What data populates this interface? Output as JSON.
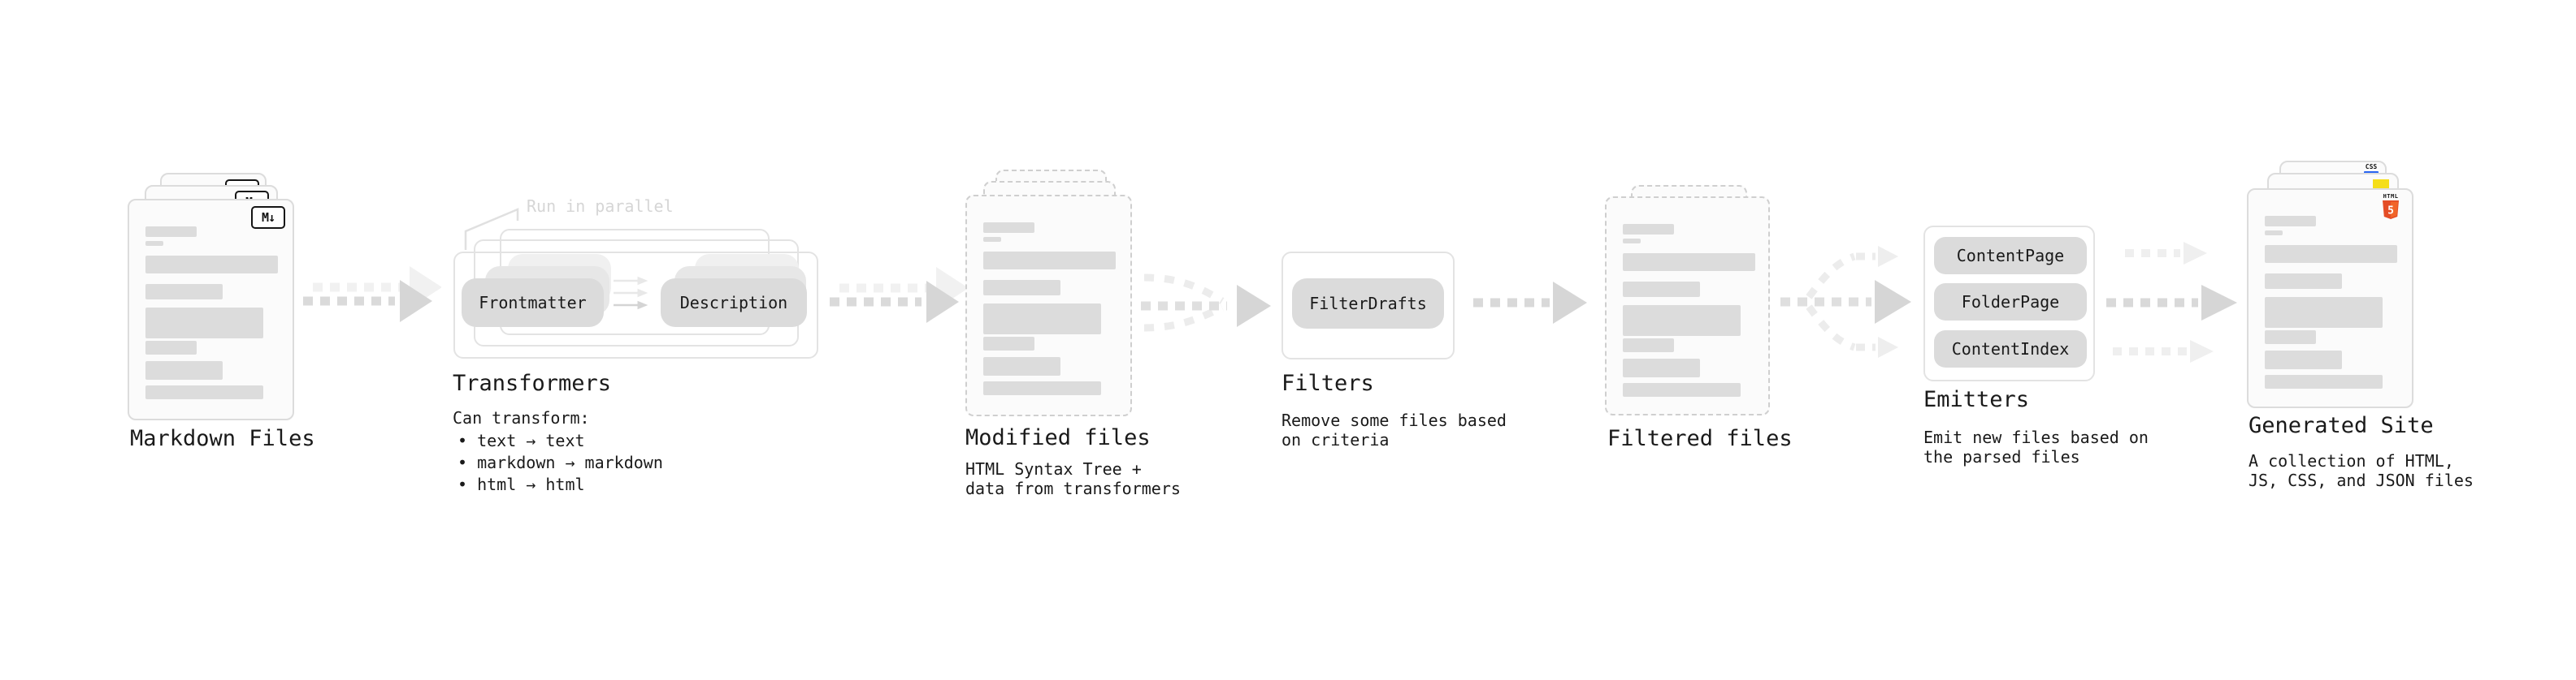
{
  "diagram": {
    "markdown_files": {
      "label": "Markdown Files",
      "icon_text": "M↓"
    },
    "transformers": {
      "annotation": "Run in parallel",
      "pill_left": "Frontmatter",
      "pill_right": "Description",
      "label": "Transformers",
      "note_title": "Can transform:",
      "bullets": [
        "• text → text",
        "• markdown → markdown",
        "• html → html"
      ]
    },
    "modified_files": {
      "label": "Modified files",
      "note": "HTML Syntax Tree +\ndata from transformers"
    },
    "filters": {
      "pill": "FilterDrafts",
      "label": "Filters",
      "note": "Remove some files based\non criteria"
    },
    "filtered_files": {
      "label": "Filtered files"
    },
    "emitters": {
      "pills": [
        "ContentPage",
        "FolderPage",
        "ContentIndex"
      ],
      "label": "Emitters",
      "note": "Emit new files based on\nthe parsed files"
    },
    "generated_site": {
      "label": "Generated Site",
      "note": "A collection of HTML,\nJS, CSS, and JSON files",
      "css_icon_text": "CSS",
      "html5_text": "HTML",
      "html5_number": "5"
    }
  },
  "colors": {
    "background": "#ffffff",
    "text": "#1a1a1a",
    "faint_annotation": "#d6d6d6",
    "card_fill": "#fbfbfb",
    "card_border": "#dcdcdc",
    "dashed_border": "#cfcfcf",
    "box_border": "#e3e3e3",
    "pill_fill": "#dbdbdb",
    "skeleton_bar": "#dcdcdc",
    "arrow_main": "#d9d9d9",
    "arrow_ghost": "#f0f0f0",
    "html5_orange": "#e44d26",
    "html5_orange_light": "#f16529",
    "js_yellow": "#f5de19",
    "css_blue": "#2965f1",
    "md_icon_border": "#151515"
  }
}
